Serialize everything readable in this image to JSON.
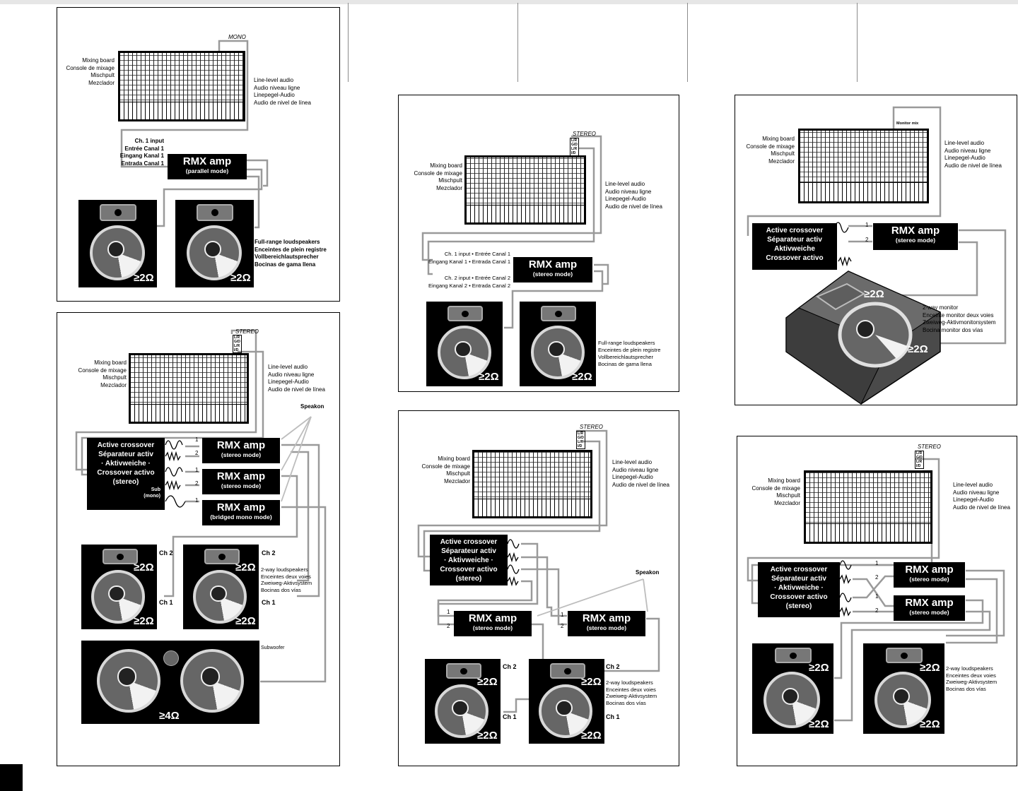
{
  "common": {
    "mixer_names": [
      "Mixing board",
      "Console de mixage",
      "Mischpult",
      "Mezclador"
    ],
    "line_level": [
      "Line-level audio",
      "Audio niveau ligne",
      "Linepegel-Audio",
      "Audio de nivel de línea"
    ],
    "rmx_amp": "RMX amp",
    "stereo_mode": "(stereo mode)",
    "parallel_mode": "(parallel mode)",
    "bridged_mode": "(bridged mono mode)",
    "mono_label": "MONO",
    "stereo_label": "STEREO",
    "lr_tag": [
      "L/R",
      "G/D",
      "L/R",
      "I/D"
    ],
    "ohm2": "≥2Ω",
    "ohm4": "≥4Ω",
    "full_range": [
      "Full-range loudspeakers",
      "Enceintes de plein registre",
      "Vollbereichlautsprecher",
      "Bocinas de gama llena"
    ],
    "two_way": [
      "2-way loudspeakers",
      "Enceintes deux voies",
      "Zweiweg-Aktivsystem",
      "Bocinas dos vías"
    ],
    "crossover": [
      "Active crossover",
      "Séparateur activ",
      "· Aktivweiche ·",
      "Crossover activo",
      "(stereo)"
    ],
    "ch1": "Ch 1",
    "ch2": "Ch 2",
    "n1": "1",
    "n2": "2",
    "speakon": "Speakon"
  },
  "panel1": {
    "ch1_input": [
      "Ch. 1 input",
      "Entrée Canal 1",
      "Eingang Kanal 1",
      "Entrada Canal 1"
    ]
  },
  "panel2": {
    "crossover_mono": "· Crossover activo",
    "sub": "Sub",
    "mono": "(mono)",
    "subwoofer": "Subwoofer"
  },
  "panel3": {
    "ch1_input": [
      "Ch. 1 input • Entrée Canal 1",
      "Eingang Kanal 1 • Entrada Canal 1"
    ],
    "ch2_input": [
      "Ch. 2 input • Entrée Canal 2",
      "Eingang Kanal 2 • Entrada Canal 2"
    ]
  },
  "panel5": {
    "monitor_mix": "Monitor mix",
    "monitor": [
      "2-way monitor",
      "Enceinte monitor deux voies",
      "Zweiweg-Aktivmonitorsystem",
      "Bocina monitor dos vías"
    ],
    "xo": [
      "Active crossover",
      "Séparateur activ",
      "Aktivweiche",
      "Crossover activo"
    ]
  }
}
